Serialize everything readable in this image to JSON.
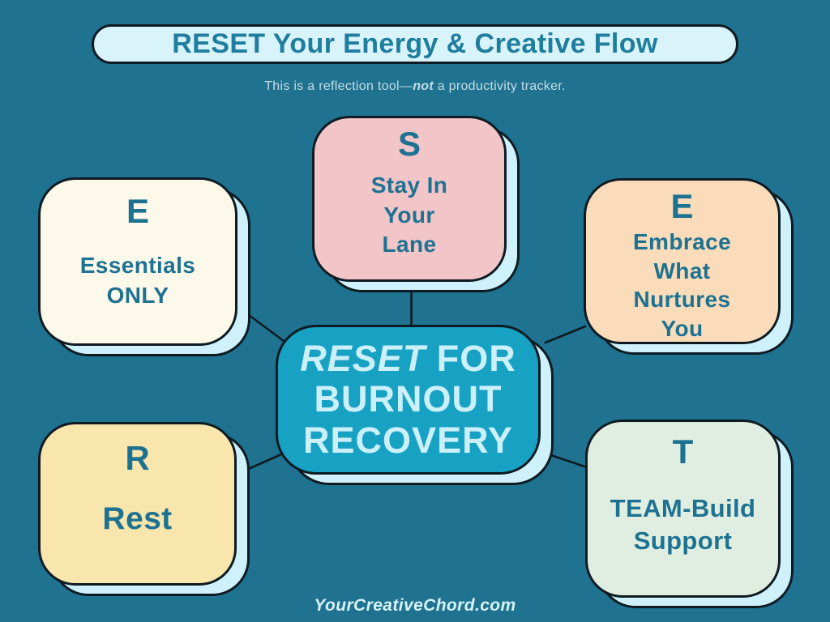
{
  "header": {
    "title": "RESET Your Energy & Creative Flow",
    "subtitle": {
      "before": "This is a reflection tool—",
      "emphasis": "not",
      "after": " a productivity tracker."
    }
  },
  "center": {
    "title_italic": "RESET",
    "title_after": " FOR",
    "line2": "BURNOUT",
    "line3": "RECOVERY"
  },
  "nodes": [
    {
      "id": "s",
      "letter": "S",
      "lines": [
        "Stay In",
        "Your",
        "Lane"
      ]
    },
    {
      "id": "e1",
      "letter": "E",
      "lines": [
        "Essentials",
        "ONLY"
      ]
    },
    {
      "id": "e2",
      "letter": "E",
      "lines": [
        "Embrace",
        "What",
        "Nurtures",
        "You"
      ]
    },
    {
      "id": "r",
      "letter": "R",
      "lines": [
        "Rest"
      ]
    },
    {
      "id": "t",
      "letter": "T",
      "lines": [
        "TEAM-Build",
        "Support"
      ]
    }
  ],
  "footer": {
    "site": "YourCreativeChord.com"
  },
  "colors": {
    "background": "#1F7390",
    "outline": "#0E1B22",
    "title_pill_bg": "#D8F3F9",
    "title_text": "#1F7E9E",
    "subtitle_text": "#C6DCE4",
    "card_shadow": "#CFF1FB",
    "center_bg": "#17A2C4",
    "center_text": "#CBF0F9",
    "node_text": "#1E7291",
    "node_s_bg": "#F2C5C8",
    "node_e1_bg": "#FCF8EA",
    "node_e2_bg": "#FADCBB",
    "node_r_bg": "#F8E6AD",
    "node_t_bg": "#E0EEE1",
    "footer_text": "#D6F3F7"
  }
}
